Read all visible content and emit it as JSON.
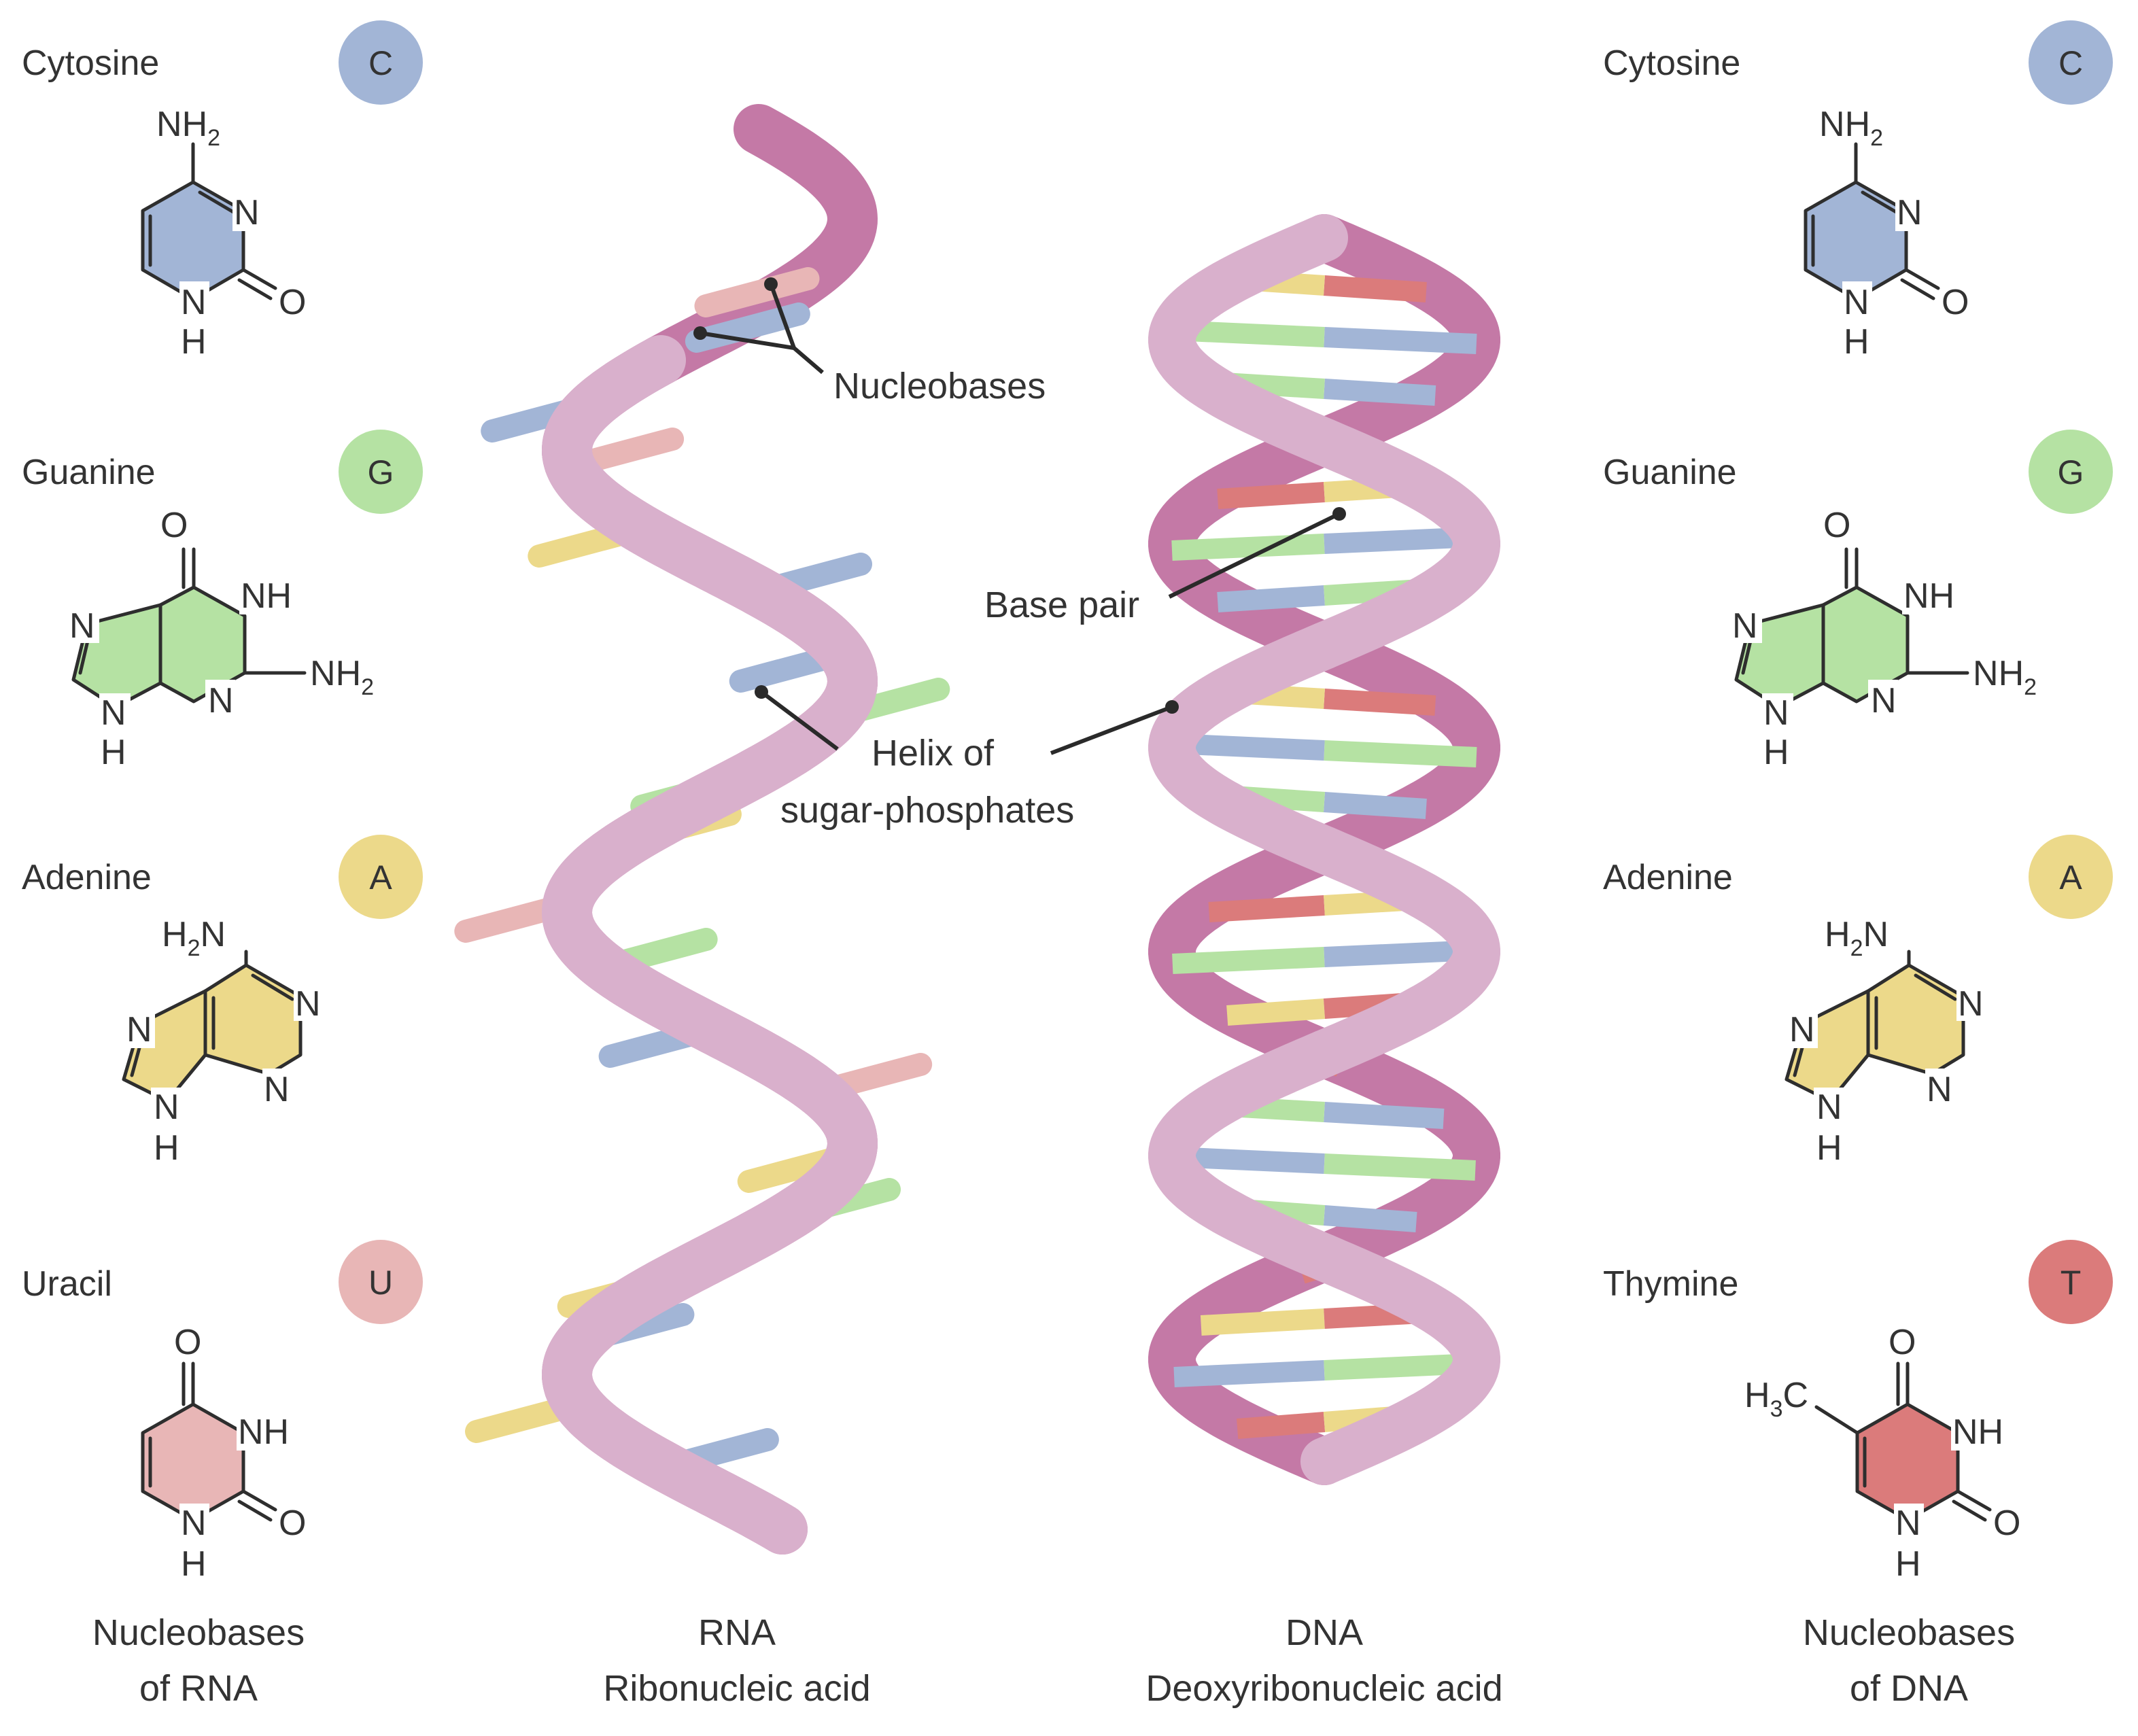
{
  "colors": {
    "cytosine": "#a2b5d6",
    "guanine": "#b5e2a3",
    "adenine": "#ecd98a",
    "uracil": "#e8b6b6",
    "thymine": "#db7b7b",
    "backbone_front": "#d9b0cc",
    "backbone_back": "#c479a6",
    "ink": "#333333"
  },
  "rna_bases": [
    {
      "name": "Cytosine",
      "letter": "C"
    },
    {
      "name": "Guanine",
      "letter": "G"
    },
    {
      "name": "Adenine",
      "letter": "A"
    },
    {
      "name": "Uracil",
      "letter": "U"
    }
  ],
  "dna_bases": [
    {
      "name": "Cytosine",
      "letter": "C"
    },
    {
      "name": "Guanine",
      "letter": "G"
    },
    {
      "name": "Adenine",
      "letter": "A"
    },
    {
      "name": "Thymine",
      "letter": "T"
    }
  ],
  "atoms": {
    "n": "N",
    "o": "O",
    "h": "H",
    "nh": "NH",
    "h3c_h": "H",
    "h3c_c": "C",
    "sub2": "2",
    "sub3": "3"
  },
  "callouts": {
    "nucleobases": "Nucleobases",
    "base_pair": "Base pair",
    "helix_line1": "Helix of",
    "helix_line2": "sugar-phosphates"
  },
  "captions": {
    "rna_bases_1": "Nucleobases",
    "rna_bases_2": "of RNA",
    "rna_1": "RNA",
    "rna_2": "Ribonucleic acid",
    "dna_1": "DNA",
    "dna_2": "Deoxyribonucleic acid",
    "dna_bases_1": "Nucleobases",
    "dna_bases_2": "of DNA"
  }
}
